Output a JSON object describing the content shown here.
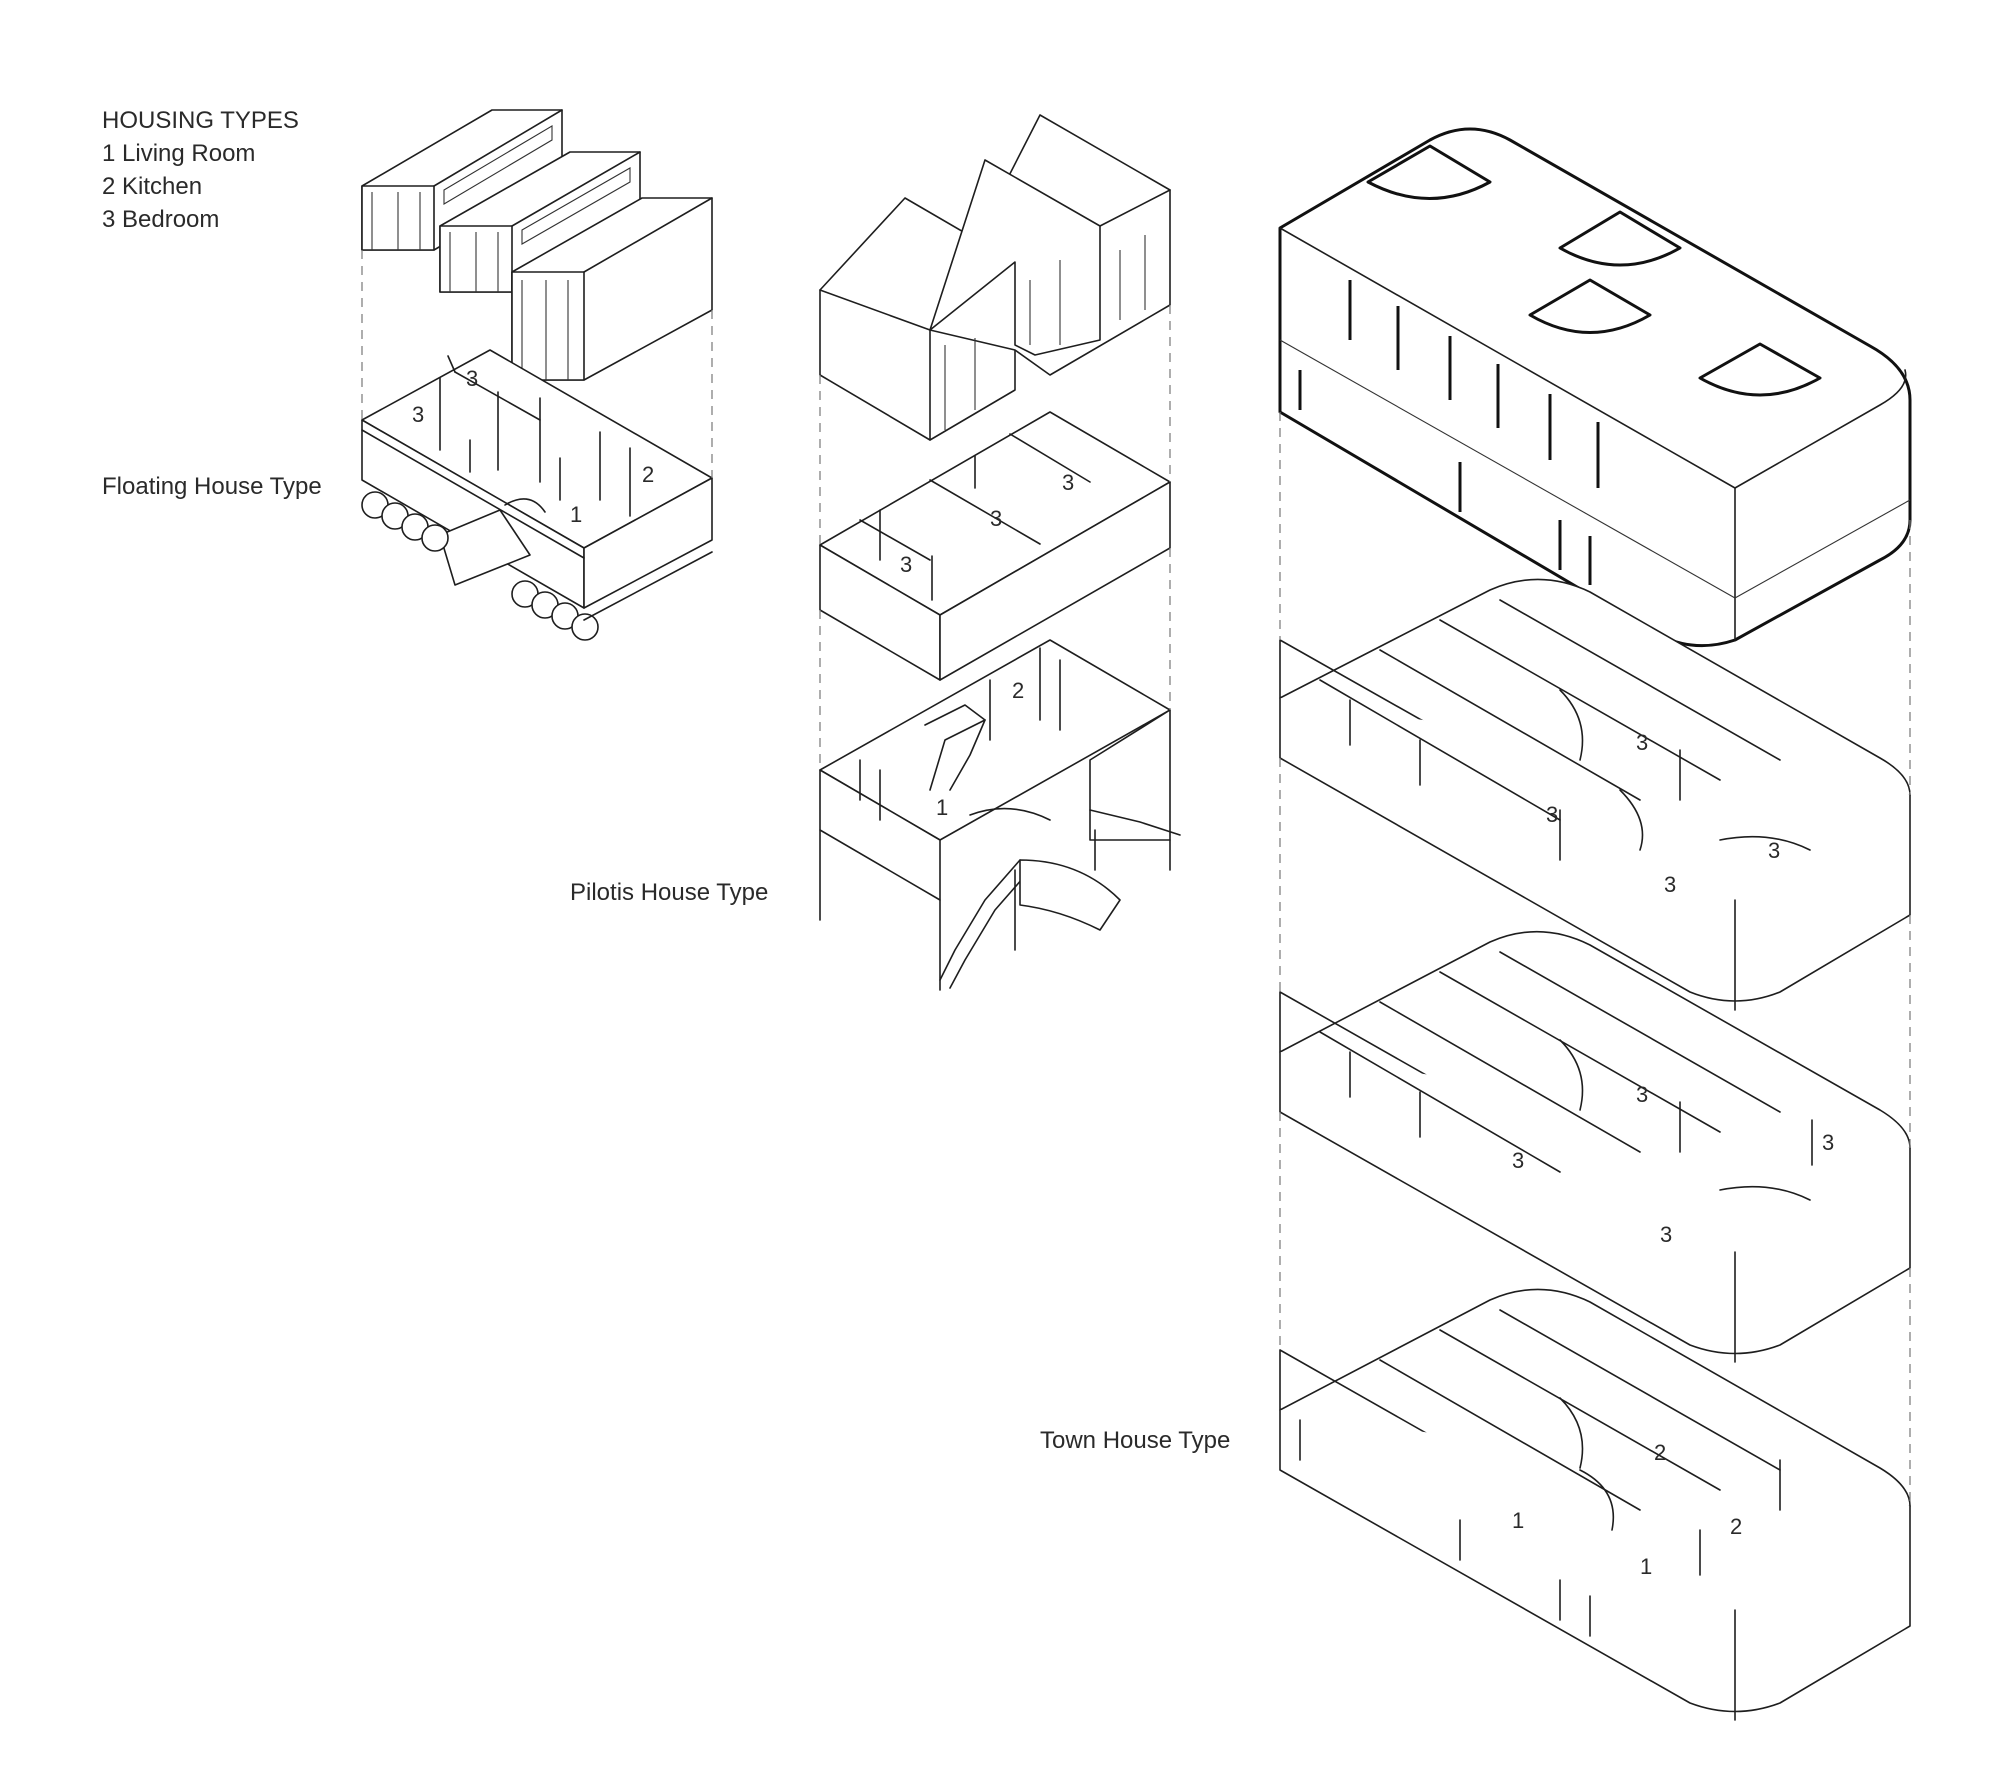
{
  "legend": {
    "title": "HOUSING TYPES",
    "items": [
      "1 Living Room",
      "2 Kitchen",
      "3 Bedroom"
    ]
  },
  "captions": {
    "floating": "Floating House Type",
    "pilotis": "Pilotis House Type",
    "town": "Town House Type"
  },
  "room_numbers": {
    "floating": [
      "3",
      "3",
      "2",
      "1"
    ],
    "pilotis_upper": [
      "3",
      "3",
      "3"
    ],
    "pilotis_lower": [
      "2",
      "1"
    ],
    "town_upper": [
      "3",
      "3",
      "3",
      "3"
    ],
    "town_middle": [
      "3",
      "3",
      "3",
      "3"
    ],
    "town_ground": [
      "2",
      "1",
      "2",
      "1"
    ]
  }
}
